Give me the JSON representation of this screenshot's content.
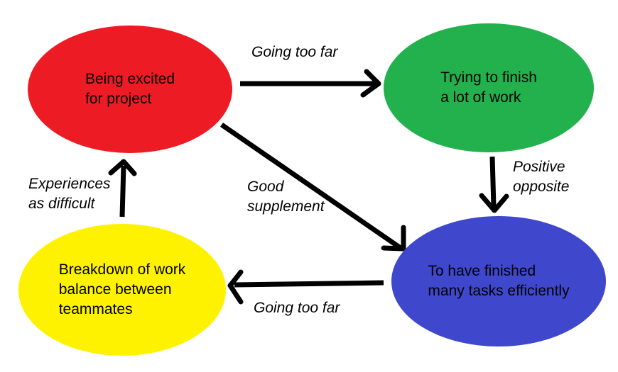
{
  "diagram": {
    "background_color": "#FFFFFF",
    "arrow_color": "#000000",
    "text_color": "#000000",
    "nodes": {
      "excited": {
        "color": "#ED1C24",
        "lines": [
          "Being excited",
          "for project"
        ]
      },
      "trying": {
        "color": "#22B14C",
        "lines": [
          "Trying to finish",
          "a lot of work"
        ]
      },
      "breakdown": {
        "color": "#FFF200",
        "lines": [
          "Breakdown of work",
          "balance between",
          "teammates"
        ]
      },
      "finished": {
        "color": "#3F48CC",
        "lines": [
          "To have finished",
          "many tasks efficiently"
        ]
      }
    },
    "edges": {
      "excited_to_trying": {
        "from": "excited",
        "to": "trying",
        "label": "Going too far",
        "label_lines": [
          "Going too far"
        ]
      },
      "trying_to_finished": {
        "from": "trying",
        "to": "finished",
        "label": "Positive opposite",
        "label_lines": [
          "Positive",
          "opposite"
        ]
      },
      "excited_to_finished": {
        "from": "excited",
        "to": "finished",
        "label": "Good supplement",
        "label_lines": [
          "Good",
          "supplement"
        ]
      },
      "finished_to_breakdown": {
        "from": "finished",
        "to": "breakdown",
        "label": "Going too far",
        "label_lines": [
          "Going too far"
        ]
      },
      "breakdown_to_excited": {
        "from": "breakdown",
        "to": "excited",
        "label": "Experiences as difficult",
        "label_lines": [
          "Experiences",
          "as difficult"
        ]
      }
    }
  }
}
